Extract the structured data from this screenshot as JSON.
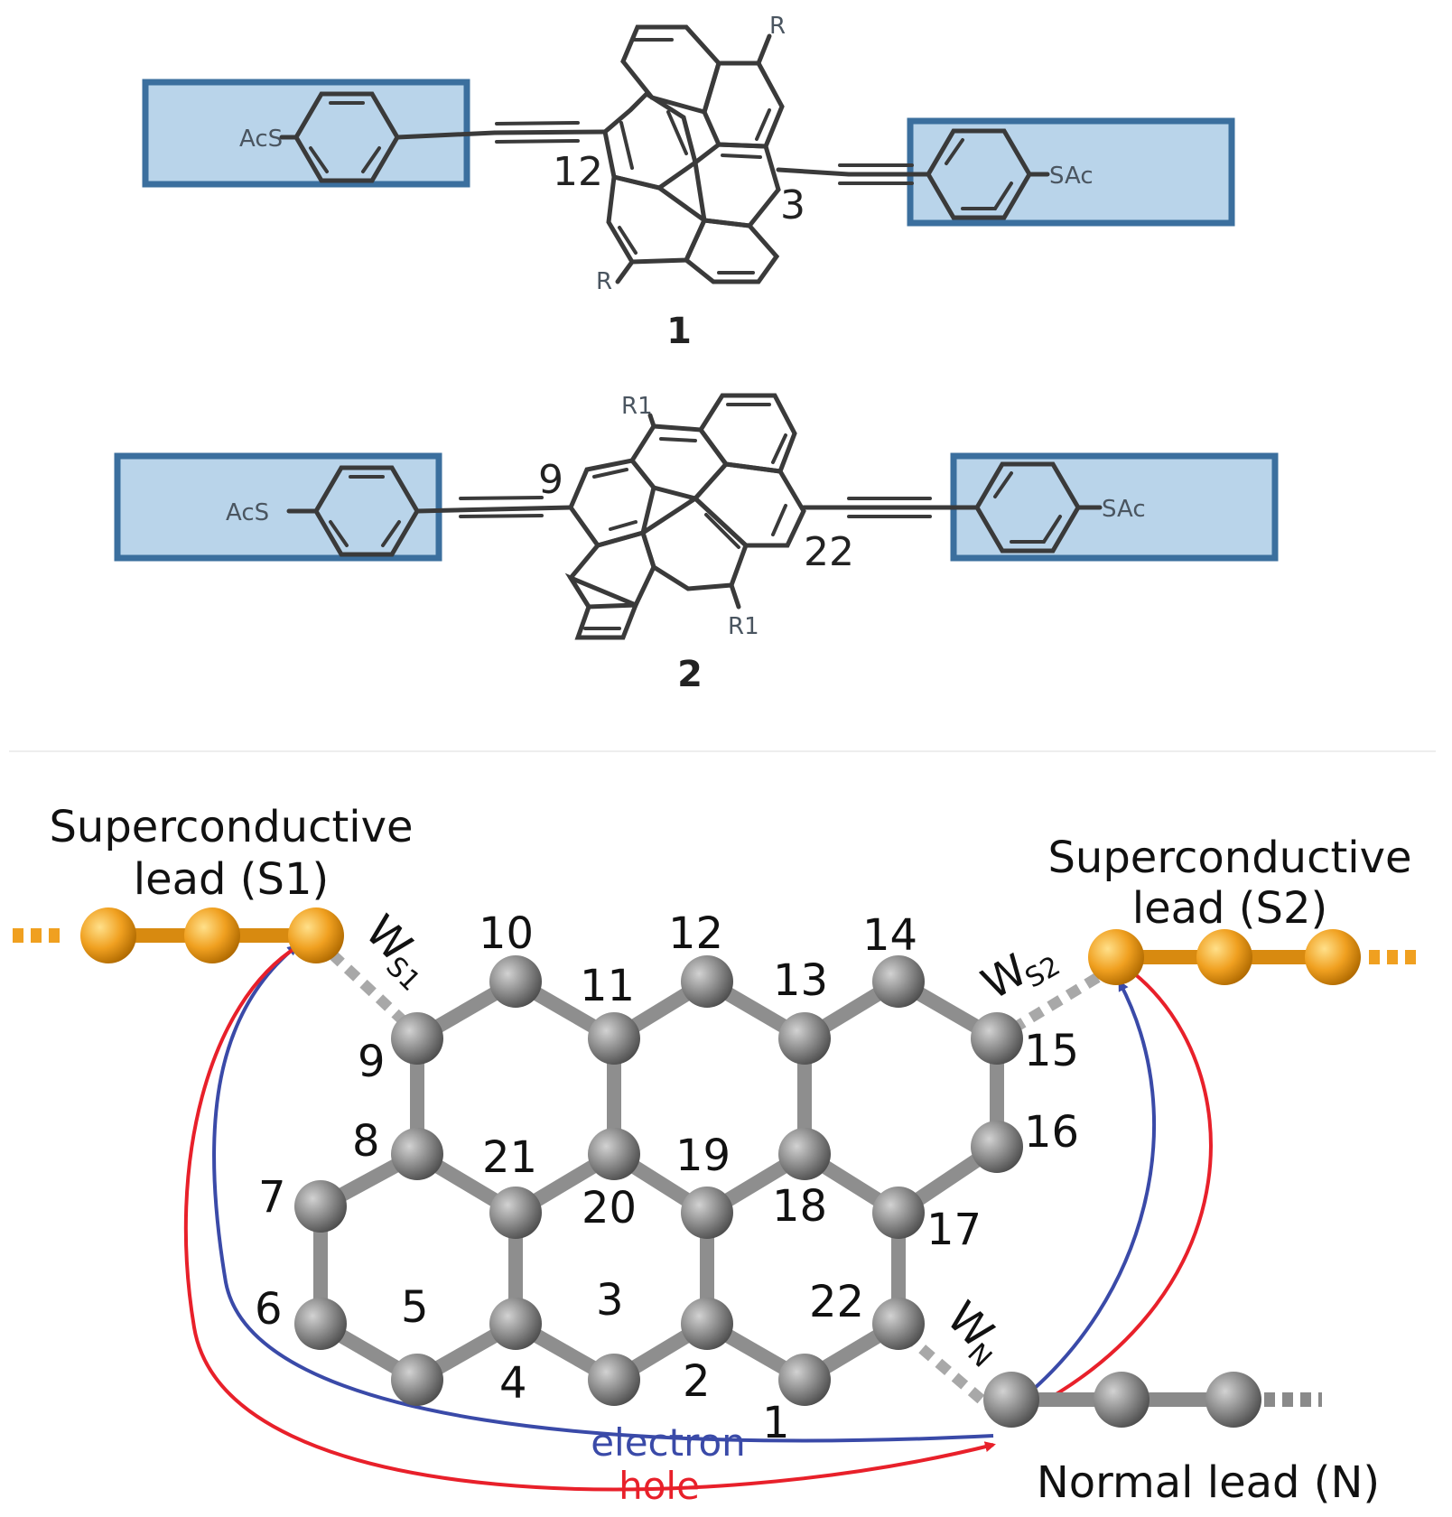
{
  "molecule1": {
    "left_group": "AcS",
    "right_group": "SAc",
    "substituent_top": "R",
    "substituent_bottom": "R",
    "pos_left": "12",
    "pos_right": "3",
    "compound_label": "1"
  },
  "molecule2": {
    "left_group": "AcS",
    "right_group": "SAc",
    "substituent_top": "R1",
    "substituent_bottom": "R1",
    "pos_left": "9",
    "pos_right": "22",
    "compound_label": "2"
  },
  "junction": {
    "lead_s1_line1": "Superconductive",
    "lead_s1_line2": "lead (S1)",
    "lead_s2_line1": "Superconductive",
    "lead_s2_line2": "lead (S2)",
    "lead_n": "Normal lead (N)",
    "coupling_s1": "W",
    "coupling_s1_sub": "S1",
    "coupling_s2": "W",
    "coupling_s2_sub": "S2",
    "coupling_n": "W",
    "coupling_n_sub": "N",
    "electron_label": "electron",
    "hole_label": "hole",
    "atom_numbers": [
      "1",
      "2",
      "3",
      "4",
      "5",
      "6",
      "7",
      "8",
      "9",
      "10",
      "11",
      "12",
      "13",
      "14",
      "15",
      "16",
      "17",
      "18",
      "19",
      "20",
      "21",
      "22"
    ]
  },
  "colors": {
    "electron": "#3a4aa8",
    "hole": "#e8202a",
    "superconductor_atom": "#f0a020",
    "normal_atom": "#8a8a8a",
    "anchor_box_fill": "#b9d4ea",
    "anchor_box_stroke": "#3b6f9e"
  }
}
